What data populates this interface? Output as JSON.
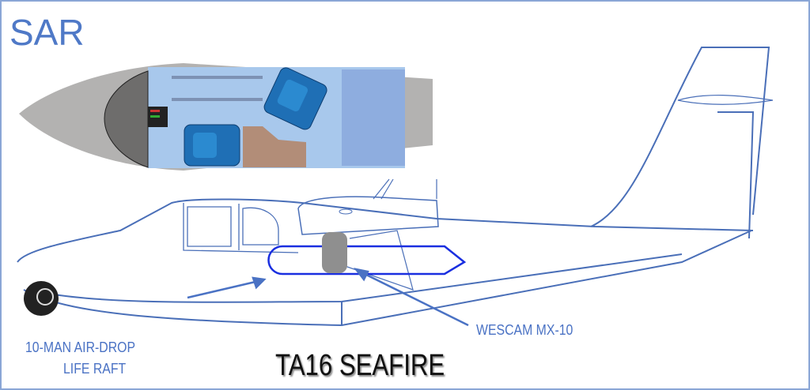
{
  "heading": "SAR",
  "title": "TA16 SEAFIRE",
  "callouts": {
    "camera": "WESCAM MX-10",
    "raft_line1": "10-MAN AIR-DROP",
    "raft_line2": "LIFE RAFT"
  },
  "colors": {
    "label_blue": "#4a72c4",
    "outline_blue": "#4a6fb8",
    "fuselage_gray": "#b3b2b1",
    "cabin_blue": "#a8c8ec",
    "seat_blue": "#1f6fb5",
    "raft_blue": "#1a2fe0"
  }
}
